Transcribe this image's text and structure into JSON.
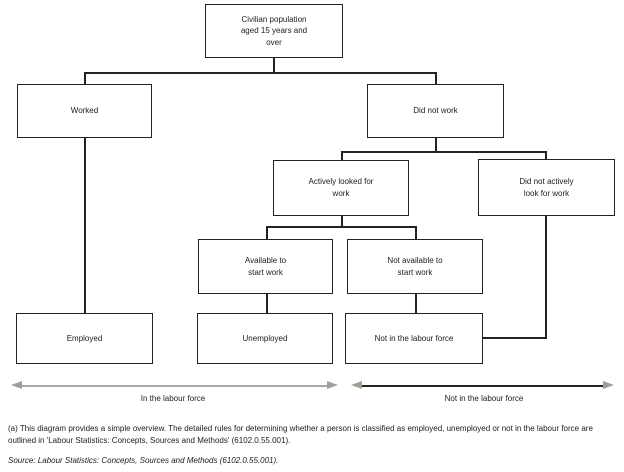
{
  "diagram": {
    "nodes": {
      "civilian": {
        "label": "Civilian population aged 15 years and over"
      },
      "worked": {
        "label": "Worked"
      },
      "did_not_work": {
        "label": "Did not work"
      },
      "actively_looked": {
        "label": "Actively looked for work"
      },
      "did_not_actively": {
        "label": "Did not actively look for work"
      },
      "available": {
        "label": "Available to start work"
      },
      "not_available": {
        "label": "Not available to start work"
      },
      "employed": {
        "label": "Employed"
      },
      "unemployed": {
        "label": "Unemployed"
      },
      "not_in_labour_force": {
        "label": "Not in the labour force"
      }
    },
    "range_arrows": {
      "left_label": "In the labour force",
      "right_label": "Not in the labour force"
    },
    "footnote": "(a) This diagram provides a simple overview. The detailed rules for determining whether a person is classified as employed, unemployed or not in the labour force are outlined in 'Labour Statistics: Concepts, Sources and Methods' (6102.0.55.001).",
    "source": "Source: Labour Statistics: Concepts, Sources and Methods (6102.0.55.001)."
  },
  "colors": {
    "background": "#ffffff",
    "line": "#2a211c",
    "text": "#211b17",
    "arrow_head": "#a59c93",
    "left_arrow_shaft": "#a8a8a8",
    "right_arrow_shaft": "#2a211c"
  }
}
